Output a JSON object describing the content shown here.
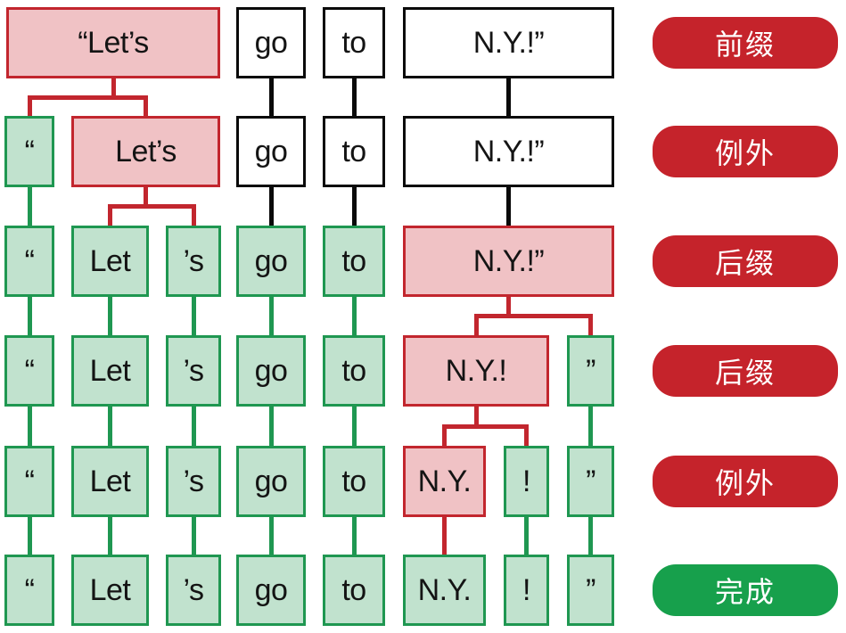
{
  "colors": {
    "red": "#c2262e",
    "pink": "#f0c2c5",
    "green": "#1f9751",
    "green_fill": "#c1e2ce",
    "black": "#0a0a0a",
    "white": "#ffffff",
    "box_text": "#141414",
    "pill_red": "#c5232b",
    "pill_green": "#17a04c",
    "pill_text": "#ffffff",
    "background": "#ffffff"
  },
  "stages": [
    {
      "label": "前缀",
      "label_style": "red",
      "tokens": [
        {
          "text": "“Let’s",
          "state": "active",
          "col": "lets_full"
        },
        {
          "text": "go",
          "state": "pending",
          "col": "go"
        },
        {
          "text": "to",
          "state": "pending",
          "col": "to"
        },
        {
          "text": "N.Y.!”",
          "state": "pending",
          "col": "ny_full"
        }
      ]
    },
    {
      "label": "例外",
      "label_style": "red",
      "tokens": [
        {
          "text": "“",
          "state": "done",
          "col": "quote_l"
        },
        {
          "text": "Let’s",
          "state": "active",
          "col": "lets"
        },
        {
          "text": "go",
          "state": "pending",
          "col": "go"
        },
        {
          "text": "to",
          "state": "pending",
          "col": "to"
        },
        {
          "text": "N.Y.!”",
          "state": "pending",
          "col": "ny_full"
        }
      ]
    },
    {
      "label": "后缀",
      "label_style": "red",
      "tokens": [
        {
          "text": "“",
          "state": "done",
          "col": "quote_l"
        },
        {
          "text": "Let",
          "state": "done",
          "col": "let"
        },
        {
          "text": "’s",
          "state": "done",
          "col": "s"
        },
        {
          "text": "go",
          "state": "done",
          "col": "go"
        },
        {
          "text": "to",
          "state": "done",
          "col": "to"
        },
        {
          "text": "N.Y.!”",
          "state": "active",
          "col": "ny_full"
        }
      ]
    },
    {
      "label": "后缀",
      "label_style": "red",
      "tokens": [
        {
          "text": "“",
          "state": "done",
          "col": "quote_l"
        },
        {
          "text": "Let",
          "state": "done",
          "col": "let"
        },
        {
          "text": "’s",
          "state": "done",
          "col": "s"
        },
        {
          "text": "go",
          "state": "done",
          "col": "go"
        },
        {
          "text": "to",
          "state": "done",
          "col": "to"
        },
        {
          "text": "N.Y.!",
          "state": "active",
          "col": "ny_bang"
        },
        {
          "text": "”",
          "state": "done",
          "col": "quote_r"
        }
      ]
    },
    {
      "label": "例外",
      "label_style": "red",
      "tokens": [
        {
          "text": "“",
          "state": "done",
          "col": "quote_l"
        },
        {
          "text": "Let",
          "state": "done",
          "col": "let"
        },
        {
          "text": "’s",
          "state": "done",
          "col": "s"
        },
        {
          "text": "go",
          "state": "done",
          "col": "go"
        },
        {
          "text": "to",
          "state": "done",
          "col": "to"
        },
        {
          "text": "N.Y.",
          "state": "active",
          "col": "ny"
        },
        {
          "text": "!",
          "state": "done",
          "col": "bang"
        },
        {
          "text": "”",
          "state": "done",
          "col": "quote_r"
        }
      ]
    },
    {
      "label": "完成",
      "label_style": "green",
      "tokens": [
        {
          "text": "“",
          "state": "done",
          "col": "quote_l"
        },
        {
          "text": "Let",
          "state": "done",
          "col": "let"
        },
        {
          "text": "’s",
          "state": "done",
          "col": "s"
        },
        {
          "text": "go",
          "state": "done",
          "col": "go"
        },
        {
          "text": "to",
          "state": "done",
          "col": "to"
        },
        {
          "text": "N.Y.",
          "state": "done",
          "col": "ny"
        },
        {
          "text": "!",
          "state": "done",
          "col": "bang"
        },
        {
          "text": "”",
          "state": "done",
          "col": "quote_r"
        }
      ]
    }
  ],
  "connectors": {
    "straight": [
      {
        "col": "go",
        "from": 0,
        "color": "black"
      },
      {
        "col": "go",
        "from": 1,
        "color": "black"
      },
      {
        "col": "go",
        "from": 2,
        "color": "green"
      },
      {
        "col": "go",
        "from": 3,
        "color": "green"
      },
      {
        "col": "go",
        "from": 4,
        "color": "green"
      },
      {
        "col": "to",
        "from": 0,
        "color": "black"
      },
      {
        "col": "to",
        "from": 1,
        "color": "black"
      },
      {
        "col": "to",
        "from": 2,
        "color": "green"
      },
      {
        "col": "to",
        "from": 3,
        "color": "green"
      },
      {
        "col": "to",
        "from": 4,
        "color": "green"
      },
      {
        "col": "ny_full",
        "from": 0,
        "color": "black"
      },
      {
        "col": "ny_full",
        "from": 1,
        "color": "black"
      },
      {
        "col": "quote_l",
        "from": 1,
        "color": "green"
      },
      {
        "col": "quote_l",
        "from": 2,
        "color": "green"
      },
      {
        "col": "quote_l",
        "from": 3,
        "color": "green"
      },
      {
        "col": "quote_l",
        "from": 4,
        "color": "green"
      },
      {
        "col": "let",
        "from": 2,
        "color": "green"
      },
      {
        "col": "let",
        "from": 3,
        "color": "green"
      },
      {
        "col": "let",
        "from": 4,
        "color": "green"
      },
      {
        "col": "s",
        "from": 2,
        "color": "green"
      },
      {
        "col": "s",
        "from": 3,
        "color": "green"
      },
      {
        "col": "s",
        "from": 4,
        "color": "green"
      },
      {
        "col": "quote_r",
        "from": 3,
        "color": "green"
      },
      {
        "col": "quote_r",
        "from": 4,
        "color": "green"
      },
      {
        "col": "bang",
        "from": 4,
        "color": "green"
      },
      {
        "col": "ny",
        "from": 4,
        "color": "red"
      }
    ],
    "branches": [
      {
        "parent": "lets_full",
        "row": 0,
        "children": [
          "quote_l",
          "lets"
        ],
        "color": "red"
      },
      {
        "parent": "lets",
        "row": 1,
        "children": [
          "let",
          "s"
        ],
        "color": "red"
      },
      {
        "parent": "ny_full",
        "row": 2,
        "children": [
          "ny_bang",
          "quote_r"
        ],
        "color": "red"
      },
      {
        "parent": "ny_bang",
        "row": 3,
        "children": [
          "ny",
          "bang"
        ],
        "color": "red"
      }
    ]
  }
}
